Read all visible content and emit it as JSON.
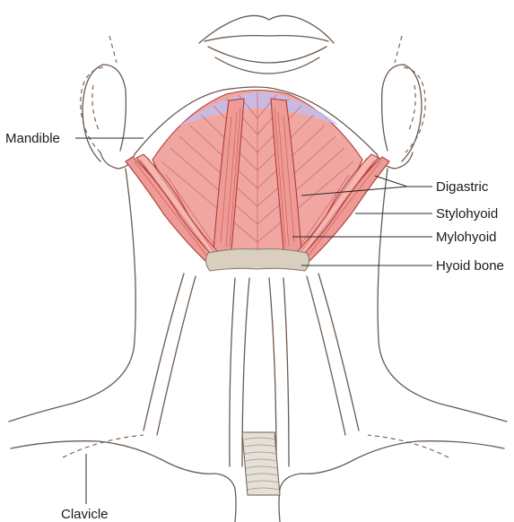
{
  "labels": {
    "mandible": "Mandible",
    "digastric": "Digastric",
    "stylohyoid": "Stylohyoid",
    "mylohyoid": "Mylohyoid",
    "hyoid_bone": "Hyoid bone",
    "clavicle": "Clavicle"
  },
  "colors": {
    "muscle_fill": "#f0a7a2",
    "muscle_stroke": "#b23a3a",
    "tendon": "#c2bff0",
    "bone": "#d8cfbf",
    "outline": "#6b5a4e"
  }
}
